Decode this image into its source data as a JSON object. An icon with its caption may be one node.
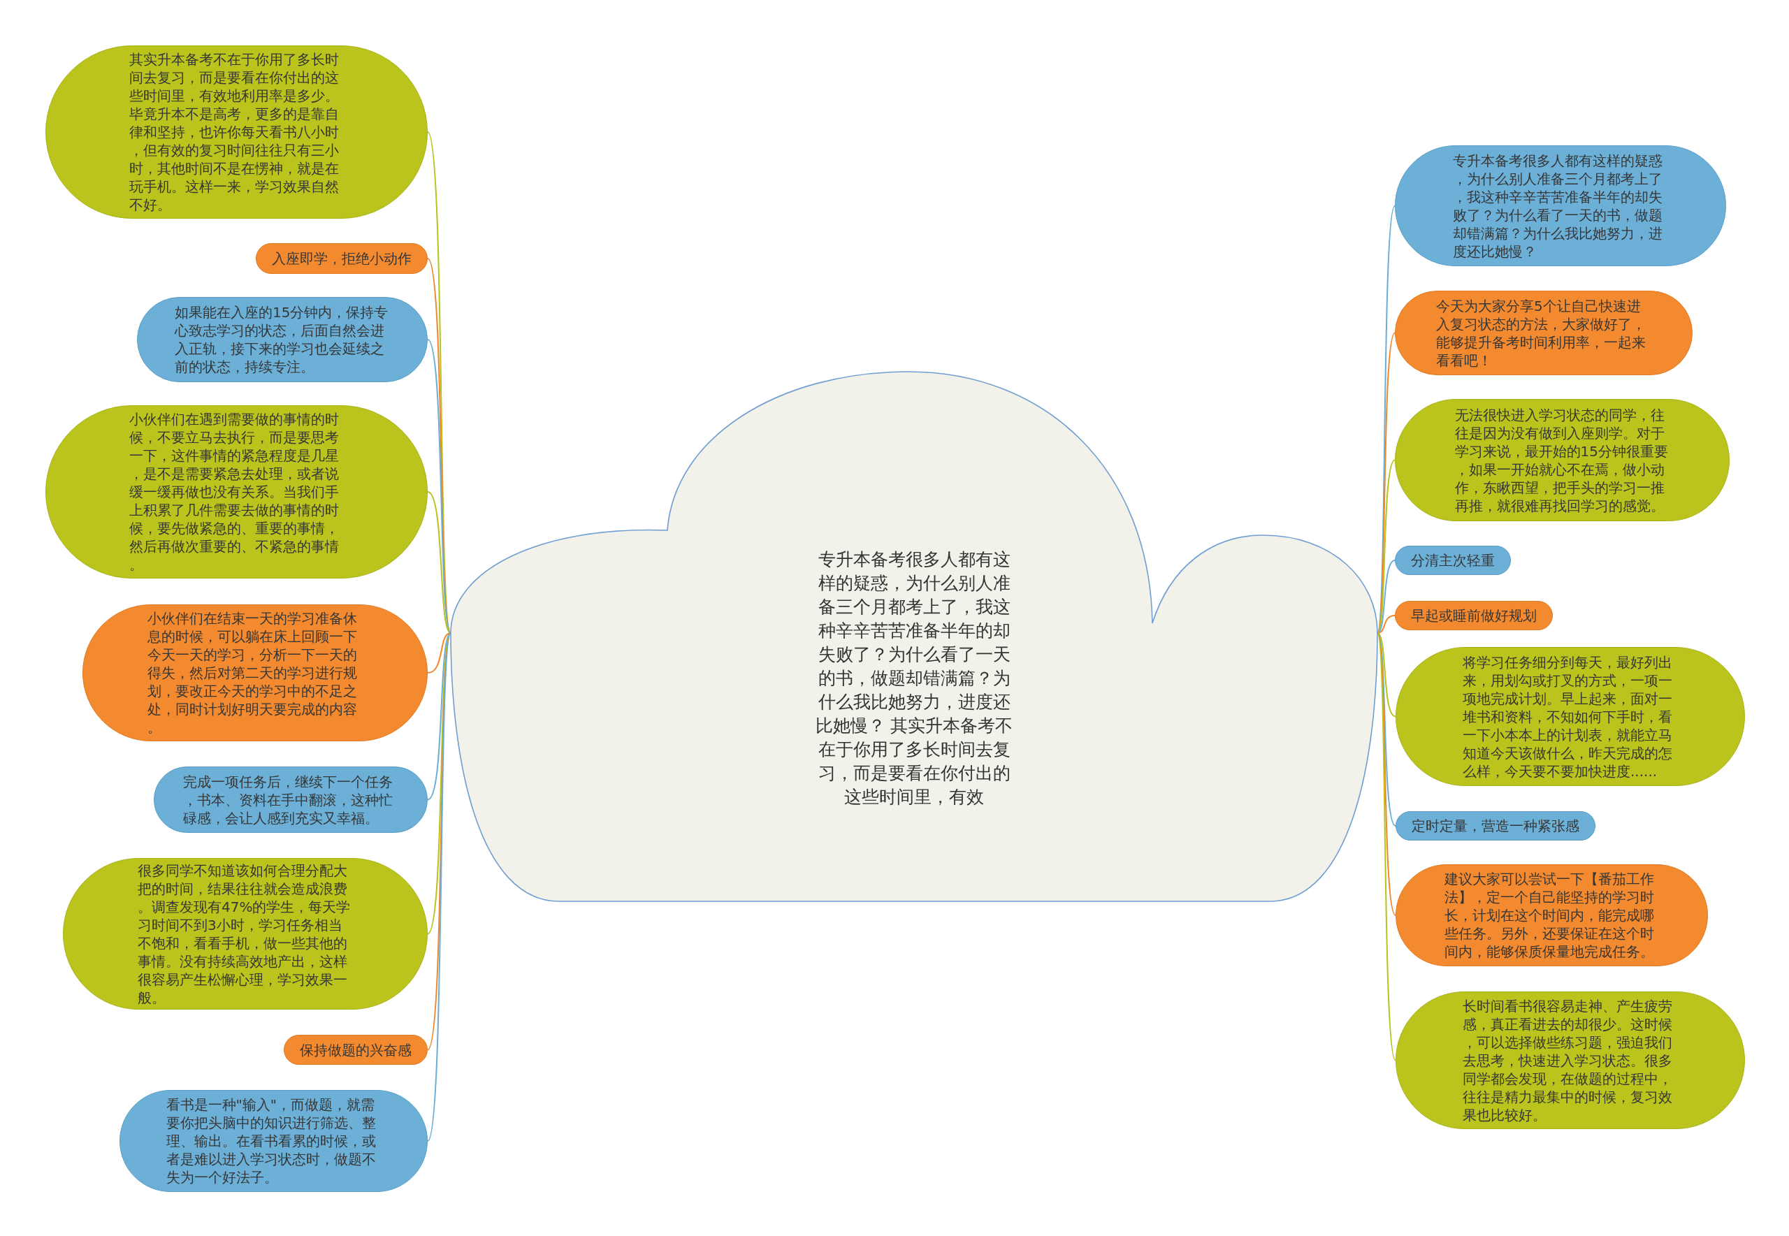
{
  "diagram": {
    "nodes": [
      {
        "text": [
          "专升本备考很多人都有这样的疑惑，为什么别人准备三个月都考上了，我这种辛辛苦苦准备半年的却失败了？为什么看了一天的书，做题却错满篇？为什么我比她努力，进度还比她慢？ 其实升本备考不在于你用了多长时间去复习，而是要看在你付出的这些时间里，有效"
        ]
      },
      {
        "text": [
          "其实升本备考不在于你用了多长时间去复习，而是要看在你付出的这些时间里，有效地利用率是多少。毕竟升本不是高考，更多的是靠自律和坚持，也许你每天看书八小时，但有效的复习时间往往只有三小时，其他时间不是在愣神，就是在玩手机。这样一来，学习效果自然不好。"
        ]
      },
      {
        "text": [
          "入座即学，拒绝小动作"
        ]
      },
      {
        "text": [
          "如果能在入座的15分钟内，保持专心致志学习的状态，后面自然会进入正轨，接下来的学习也会延续之前的状态，持续专注。"
        ]
      },
      {
        "text": [
          "小伙伴们在遇到需要做的事情的时候，不要立马去执行，而是要思考一下，这件事情的紧急程度是几星，是不是需要紧急去处理，或者说缓一缓再做也没有关系。当我们手上积累了几件需要去做的事情的时候，要先做紧急的、重要的事情，然后再做次重要的、不紧急的事情。"
        ]
      },
      {
        "text": [
          "小伙伴们在结束一天的学习准备休息的时候，可以躺在床上回顾一下今天一天的学习，分析一下一天的得失，然后对第二天的学习进行规划，要改正今天的学习中的不足之处，同时计划好明天要完成的内容。"
        ]
      },
      {
        "text": [
          "完成一项任务后，继续下一个任务，书本、资料在手中翻滚，这种忙碌感，会让人感到充实又幸福。"
        ]
      },
      {
        "text": [
          "很多同学不知道该如何合理分配大把的时间，结果往往就会造成浪费。调查发现有47%的学生，每天学习时间不到3小时，学习任务相当不饱和，看看手机，做一些其他的事情。没有持续高效地产出，这样很容易产生松懈心理，学习效果一般。"
        ]
      },
      {
        "text": [
          "保持做题的兴奋感"
        ]
      },
      {
        "text": [
          "看书是一种\"输入\"，而做题，就需要你把头脑中的知识进行筛选、整理、输出。在看书看累的时候，或者是难以进入学习状态时，做题不失为一个好法子。"
        ]
      },
      {
        "text": [
          "专升本备考很多人都有这样的疑惑，为什么别人准备三个月都考上了，我这种辛辛苦苦准备半年的却失败了？为什么看了一天的书，做题却错满篇？为什么我比她努力，进度还比她慢？"
        ]
      },
      {
        "text": [
          "今天为大家分享5个让自己快速进入复习状态的方法，大家做好了，能够提升备考时间利用率，一起来看看吧！"
        ]
      },
      {
        "text": [
          "无法很快进入学习状态的同学，往往是因为没有做到入座则学。对于学习来说，最开始的15分钟很重要，如果一开始就心不在焉，做小动作，东瞅西望，把手头的学习一推再推，就很难再找回学习的感觉。"
        ]
      },
      {
        "text": [
          "分清主次轻重"
        ]
      },
      {
        "text": [
          "早起或睡前做好规划"
        ]
      },
      {
        "text": [
          "将学习任务细分到每天，最好列出来，用划勾或打叉的方式，一项一项地完成计划。早上起来，面对一堆书和资料，不知如何下手时，看一下小本本上的计划表，就能立马知道今天该做什么，昨天完成的怎么样，今天要不要加快进度......"
        ]
      },
      {
        "text": [
          "定时定量，营造一种紧张感"
        ]
      },
      {
        "text": [
          "建议大家可以尝试一下【番茄工作法】，定一个自己能坚持的学习时长，计划在这个时间内，能完成哪些任务。另外，还要保证在这个时间内，能够保质保量地完成任务。"
        ]
      },
      {
        "text": [
          "长时间看书很容易走神、产生疲劳感，真正看进去的却很少。这时候，可以选择做些练习题，强迫我们去思考，快速进入学习状态。很多同学都会发现，在做题的过程中，往往是精力最集中的时候，复习效果也比较好。"
        ]
      }
    ],
    "edges": [
      {
        "from": 0,
        "to": 1,
        "arrow": "none",
        "color": "#b8c21c"
      },
      {
        "from": 0,
        "to": 2,
        "arrow": "none",
        "color": "#f0872c"
      },
      {
        "from": 0,
        "to": 3,
        "arrow": "none",
        "color": "#6aaed6"
      },
      {
        "from": 0,
        "to": 4,
        "arrow": "none",
        "color": "#b8c21c"
      },
      {
        "from": 0,
        "to": 5,
        "arrow": "none",
        "color": "#f0872c"
      },
      {
        "from": 0,
        "to": 6,
        "arrow": "none",
        "color": "#6aaed6"
      },
      {
        "from": 0,
        "to": 7,
        "arrow": "none",
        "color": "#b8c21c"
      },
      {
        "from": 0,
        "to": 8,
        "arrow": "none",
        "color": "#f0872c"
      },
      {
        "from": 0,
        "to": 9,
        "arrow": "none",
        "color": "#6aaed6"
      },
      {
        "from": 0,
        "to": 10,
        "arrow": "none",
        "color": "#6aaed6"
      },
      {
        "from": 0,
        "to": 11,
        "arrow": "none",
        "color": "#f0872c"
      },
      {
        "from": 0,
        "to": 12,
        "arrow": "none",
        "color": "#b8c21c"
      },
      {
        "from": 0,
        "to": 13,
        "arrow": "none",
        "color": "#6aaed6"
      },
      {
        "from": 0,
        "to": 14,
        "arrow": "none",
        "color": "#f0872c"
      },
      {
        "from": 0,
        "to": 15,
        "arrow": "none",
        "color": "#b8c21c"
      },
      {
        "from": 0,
        "to": 16,
        "arrow": "none",
        "color": "#6aaed6"
      },
      {
        "from": 0,
        "to": 17,
        "arrow": "none",
        "color": "#f0872c"
      },
      {
        "from": 0,
        "to": 18,
        "arrow": "none",
        "color": "#b8c21c"
      }
    ]
  }
}
